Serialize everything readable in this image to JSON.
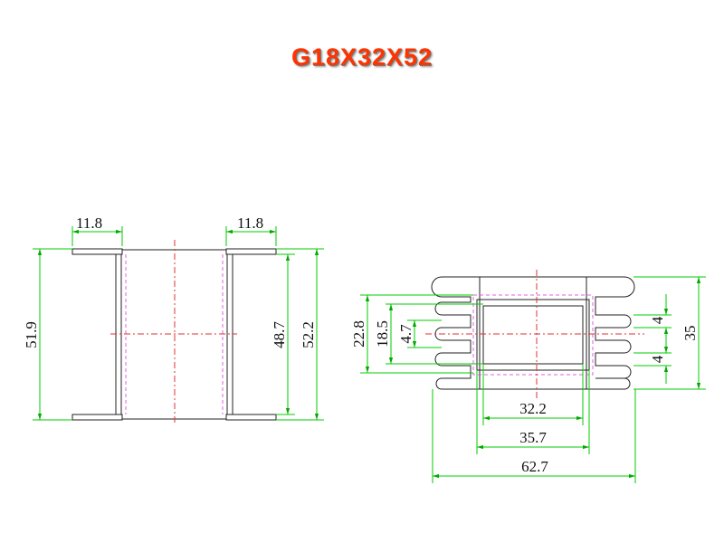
{
  "title": "G18X32X52",
  "colors": {
    "title": "#ff3300",
    "outline": "#222222",
    "dimension_line": "#00cc00",
    "hidden_line": "#e060e0",
    "center_line": "#e03030"
  },
  "side_view": {
    "flange_left": "11.8",
    "flange_right": "11.8",
    "total_height": "51.9",
    "inner_height": "48.7",
    "outer_height": "52.2"
  },
  "top_view": {
    "height_outer": "22.8",
    "height_mid": "18.5",
    "height_inner": "4.7",
    "slot_upper": "4",
    "slot_lower": "4",
    "total_height": "35",
    "width_inner": "32.2",
    "width_mid": "35.7",
    "width_total": "62.7"
  }
}
